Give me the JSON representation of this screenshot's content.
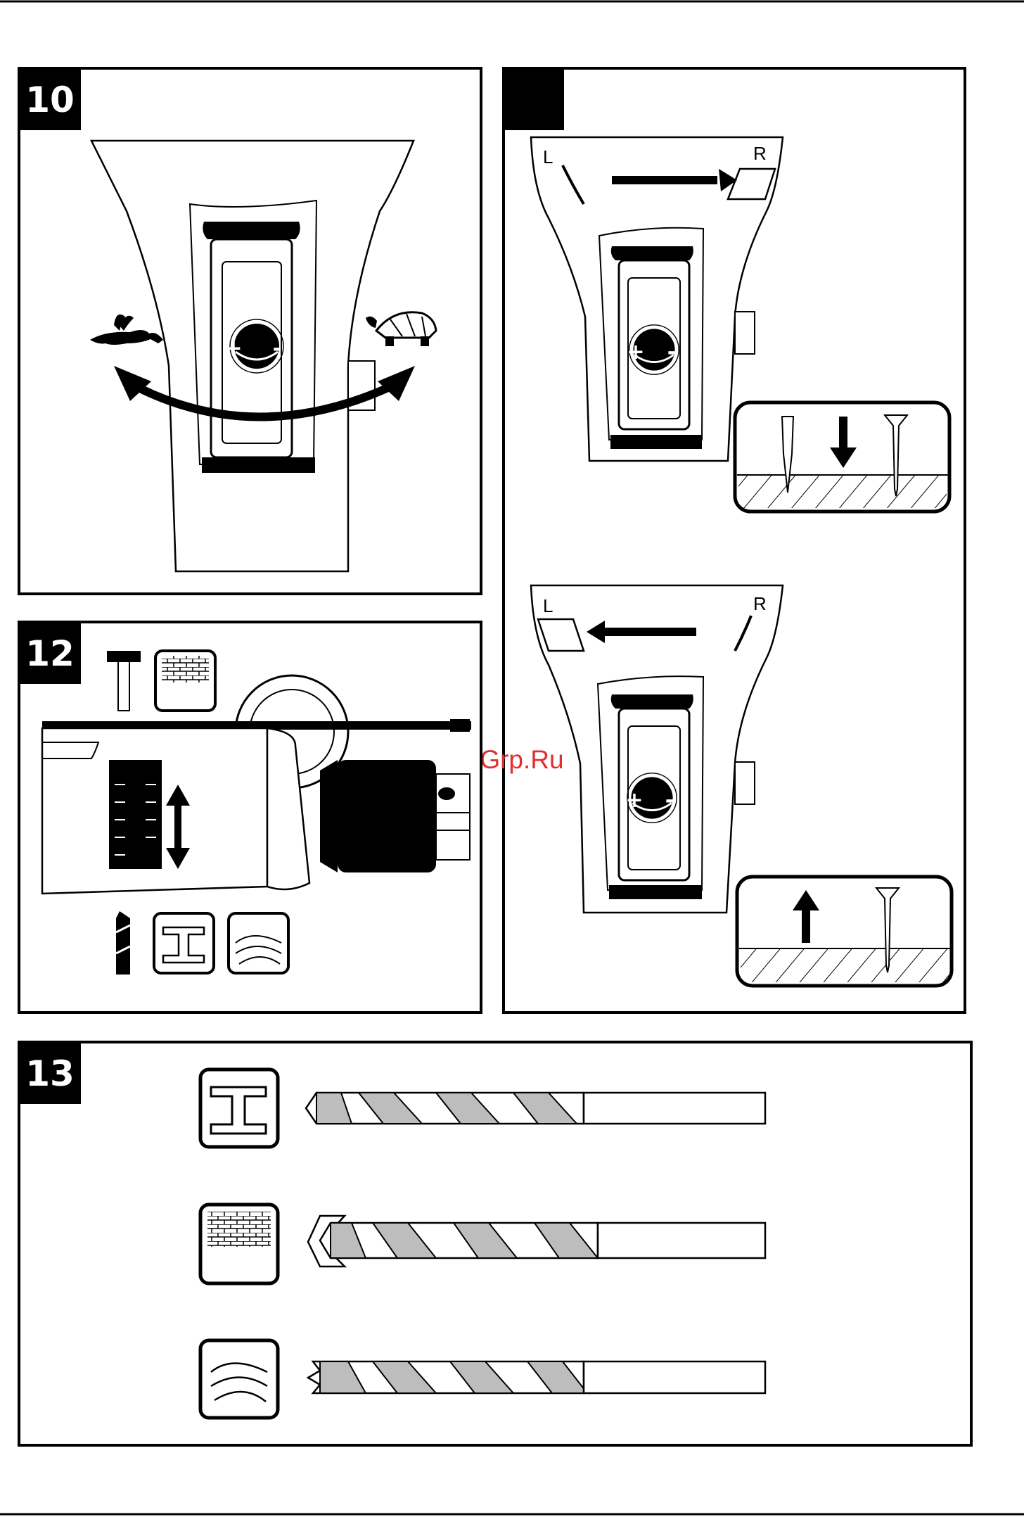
{
  "panels": {
    "p10": {
      "number": "10"
    },
    "p11": {
      "number": "",
      "left_label": "L",
      "right_label": "R"
    },
    "p12": {
      "number": "12"
    },
    "p13": {
      "number": "13"
    }
  },
  "dial": {
    "plus": "+",
    "minus": "-"
  },
  "watermark": "McGrp.Ru",
  "colors": {
    "ink": "#000000",
    "bit_fill": "#bdbdbd",
    "watermark": "#e03030"
  },
  "icons": {
    "speed_fast": "hare-icon",
    "speed_slow": "tortoise-icon",
    "hammer_mode": "hammer-icon",
    "drill_mode": "drill-bit-icon",
    "material_metal": "steel-beam-icon",
    "material_masonry": "brick-wall-icon",
    "material_wood": "wood-block-icon"
  }
}
